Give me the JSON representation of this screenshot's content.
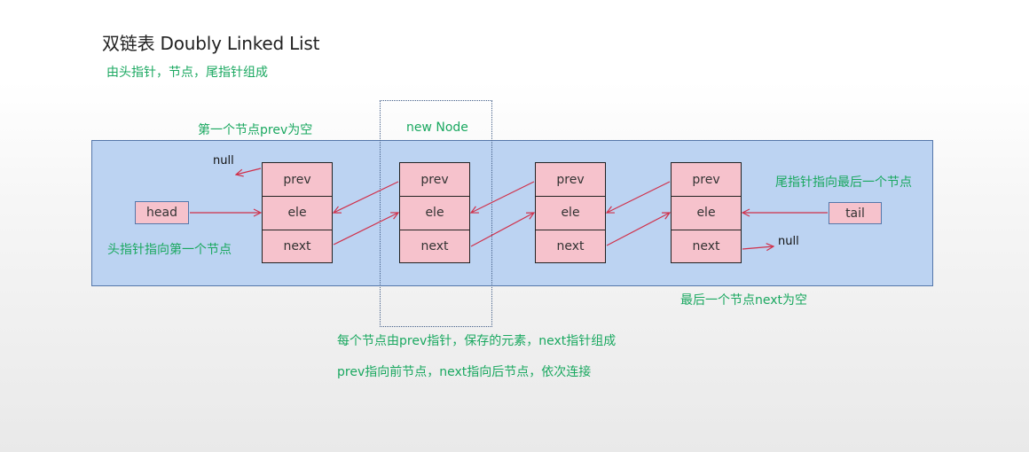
{
  "title": "双链表 Doubly Linked List",
  "subtitle": "由头指针，节点，尾指针组成",
  "annotations": {
    "first_prev_null": "第一个节点prev为空",
    "new_node": "new Node",
    "tail_points_last": "尾指针指向最后一个节点",
    "head_points_first": "头指针指向第一个节点",
    "last_next_null": "最后一个节点next为空",
    "node_composition": "每个节点由prev指针，保存的元素，next指针组成",
    "prev_next_link": "prev指向前节点，next指向后节点，依次连接"
  },
  "head_label": "head",
  "tail_label": "tail",
  "null_label": "null",
  "nodes": [
    {
      "prev": "prev",
      "ele": "ele",
      "next": "next"
    },
    {
      "prev": "prev",
      "ele": "ele",
      "next": "next"
    },
    {
      "prev": "prev",
      "ele": "ele",
      "next": "next"
    },
    {
      "prev": "prev",
      "ele": "ele",
      "next": "next"
    }
  ],
  "colors": {
    "annotation": "#1aa860",
    "panel": "#bcd3f2",
    "node_fill": "#f6c2cc",
    "arrow": "#d0304a"
  }
}
